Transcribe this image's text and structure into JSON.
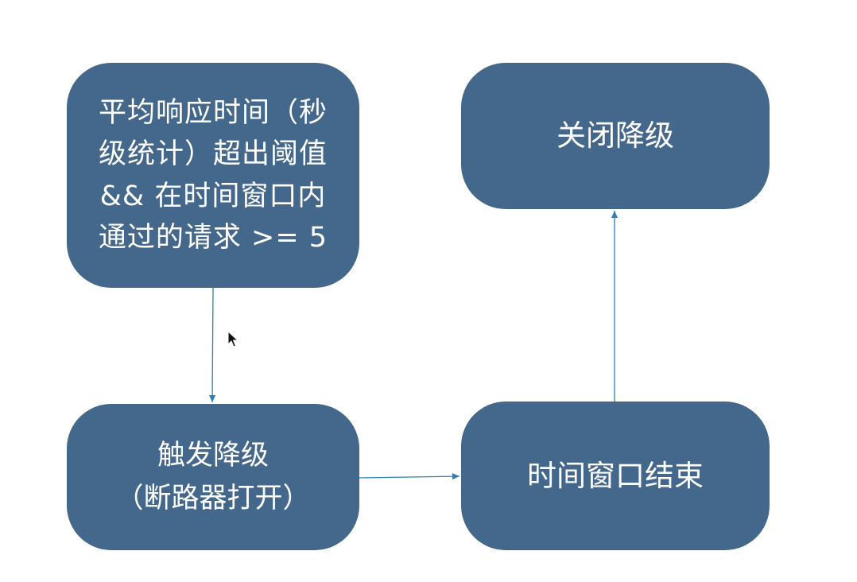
{
  "diagram": {
    "nodes": {
      "threshold": {
        "lines": [
          "平均响应时间（秒",
          "级统计）超出阈值",
          "&& 在时间窗口内",
          "通过的请求 >= 5"
        ]
      },
      "trigger": {
        "line1": "触发降级",
        "line2": "（断路器打开）"
      },
      "window_end": {
        "label": "时间窗口结束"
      },
      "close": {
        "label": "关闭降级"
      }
    },
    "edges": [
      {
        "from": "threshold",
        "to": "trigger"
      },
      {
        "from": "trigger",
        "to": "window_end"
      },
      {
        "from": "window_end",
        "to": "close"
      }
    ],
    "colors": {
      "node_fill": "#44678c",
      "node_text": "#ffffff",
      "edge": "#2a7fb8"
    }
  }
}
